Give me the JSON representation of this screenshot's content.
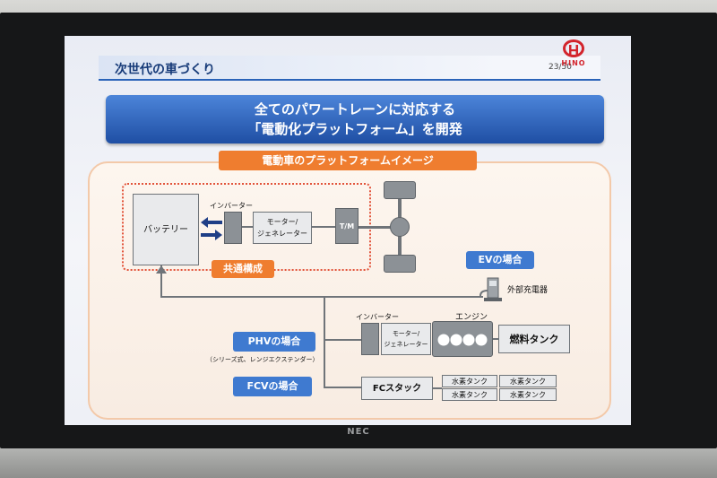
{
  "slide": {
    "title": "次世代の車づくり",
    "page": "23/50",
    "logo_text": "HINO",
    "headline_line1": "全てのパワートレーンに対応する",
    "headline_line2": "「電動化プラットフォーム」を開発"
  },
  "diagram": {
    "platform_label": "電動車のプラットフォームイメージ",
    "battery": "バッテリー",
    "inverter": "インバーター",
    "motor_generator": "モーター/\nジェネレーター",
    "tm": "T/M",
    "common_label": "共通構成",
    "ev_label": "EVの場合",
    "external_charger": "外部充電器",
    "phv_label": "PHVの場合",
    "phv_note": "（シリーズ式、レンジエクステンダー）",
    "phv_inverter": "インバーター",
    "phv_motor": "モーター/\nジェネレーター",
    "engine": "エンジン",
    "fuel_tank": "燃料タンク",
    "fcv_label": "FCVの場合",
    "fc_stack": "FCスタック",
    "h2_tanks": [
      "水素タンク",
      "水素タンク",
      "水素タンク",
      "水素タンク"
    ]
  },
  "monitor": {
    "brand": "NEC"
  },
  "colors": {
    "accent_blue": "#2a63b8",
    "orange": "#ef7d2f",
    "hino_red": "#d3242c"
  }
}
